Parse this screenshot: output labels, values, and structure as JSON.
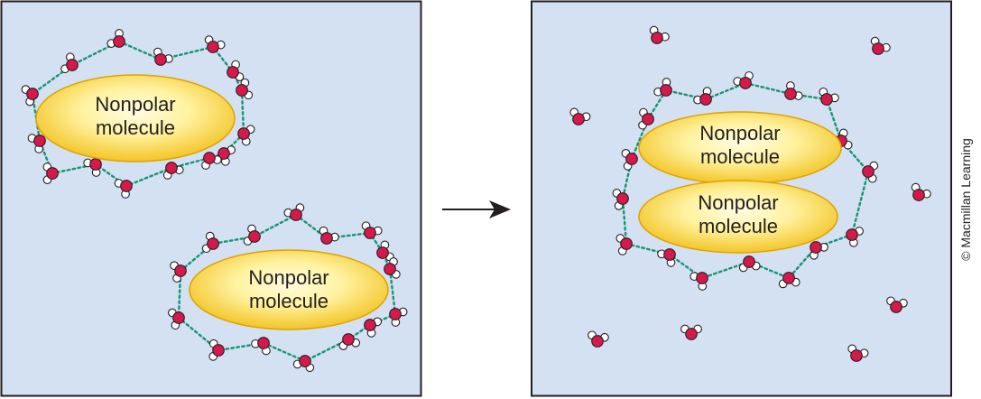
{
  "nonpolar_label_line1": "Nonpolar",
  "nonpolar_label_line2": "molecule",
  "copyright": "© Macmillan Learning",
  "colors": {
    "panel_fill": "#d3e1f3",
    "panel_border": "#231f20",
    "oxygen": "#d6194b",
    "hydrogen": "#ffffff",
    "hbond": "#169572",
    "molecule_core": "#fff7a8",
    "molecule_edge": "#e6a700"
  },
  "icons": [
    "water-molecule-icon",
    "arrow-right-icon"
  ]
}
